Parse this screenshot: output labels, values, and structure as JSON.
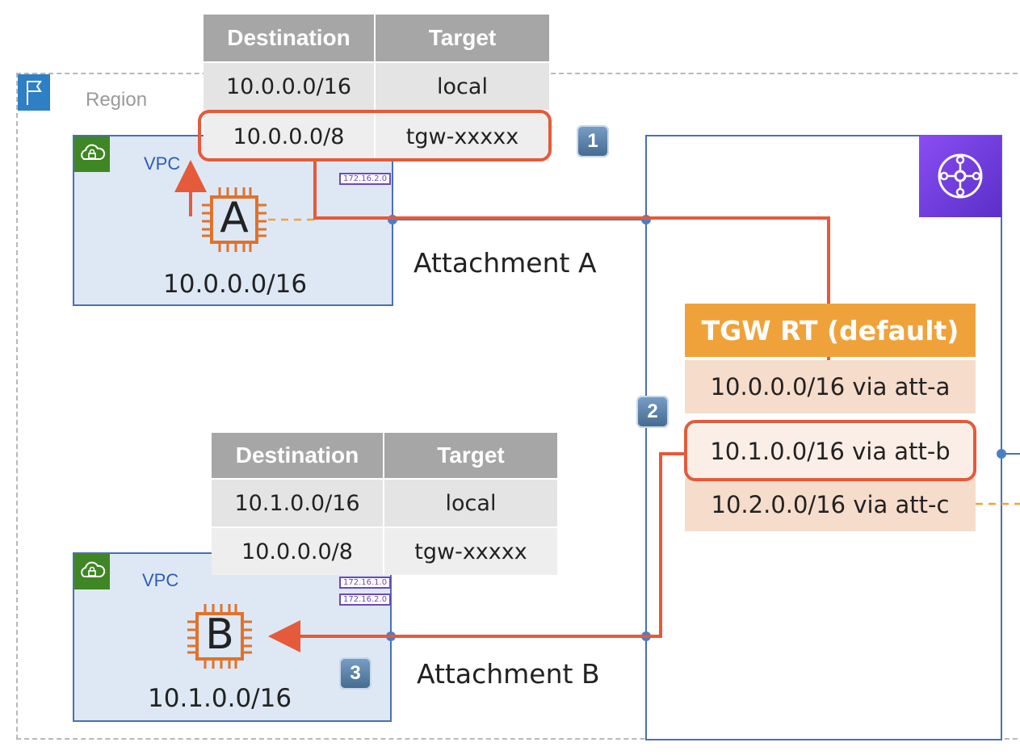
{
  "region": {
    "label": "Region"
  },
  "vpc_a": {
    "label": "VPC",
    "cidr": "10.0.0.0/16",
    "instance": "A",
    "prefix_lists": [
      "172.16.2.0"
    ]
  },
  "vpc_b": {
    "label": "VPC",
    "cidr": "10.1.0.0/16",
    "instance": "B",
    "prefix_lists": [
      "172.16.1.0",
      "172.16.2.0"
    ]
  },
  "attachments": {
    "a": "Attachment A",
    "b": "Attachment B"
  },
  "route_table_a": {
    "headers": [
      "Destination",
      "Target"
    ],
    "rows": [
      [
        "10.0.0.0/16",
        "local"
      ],
      [
        "10.0.0.0/8",
        "tgw-xxxxx"
      ]
    ]
  },
  "route_table_b": {
    "headers": [
      "Destination",
      "Target"
    ],
    "rows": [
      [
        "10.1.0.0/16",
        "local"
      ],
      [
        "10.0.0.0/8",
        "tgw-xxxxx"
      ]
    ]
  },
  "tgw_route_table": {
    "title": "TGW RT (default)",
    "routes": [
      "10.0.0.0/16 via att-a",
      "10.1.0.0/16 via att-b",
      "10.2.0.0/16 via att-c"
    ]
  },
  "steps": [
    "1",
    "2",
    "3"
  ],
  "colors": {
    "path": "#e55a3a",
    "vpc_border": "#4a6fb6",
    "tgw_header": "#f0a23a",
    "tgw_rows": "#f6dccb",
    "dashed_link": "#f0a23a"
  }
}
